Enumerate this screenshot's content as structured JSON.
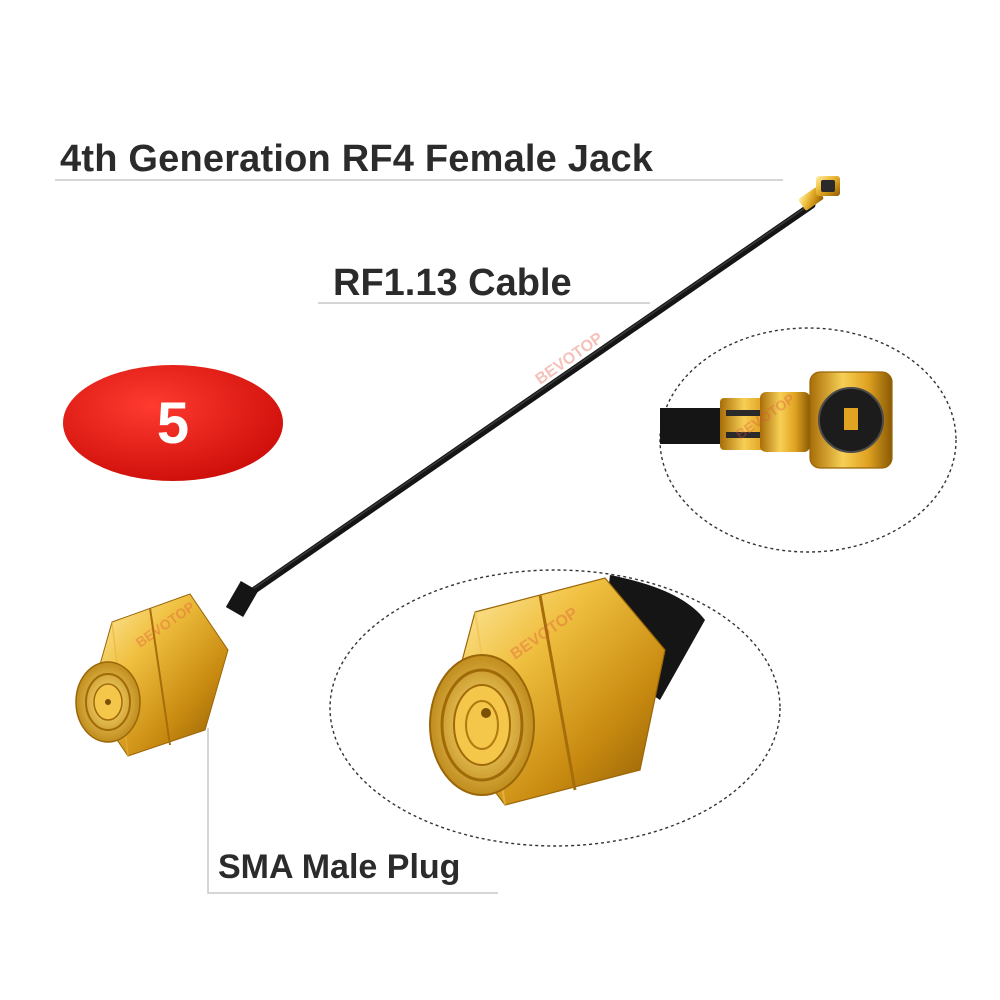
{
  "labels": {
    "top_connector": "4th Generation RF4 Female Jack",
    "cable": "RF1.13 Cable",
    "bottom_connector": "SMA Male Plug"
  },
  "badge": {
    "number": "5",
    "color": "#e3120f"
  },
  "watermark": "BEVOTOP",
  "colors": {
    "gold": "#e0a322",
    "gold_dark": "#b07a10",
    "cable": "#1a1a1a",
    "text": "#2b2b2b",
    "rule": "#c8c8c8"
  }
}
